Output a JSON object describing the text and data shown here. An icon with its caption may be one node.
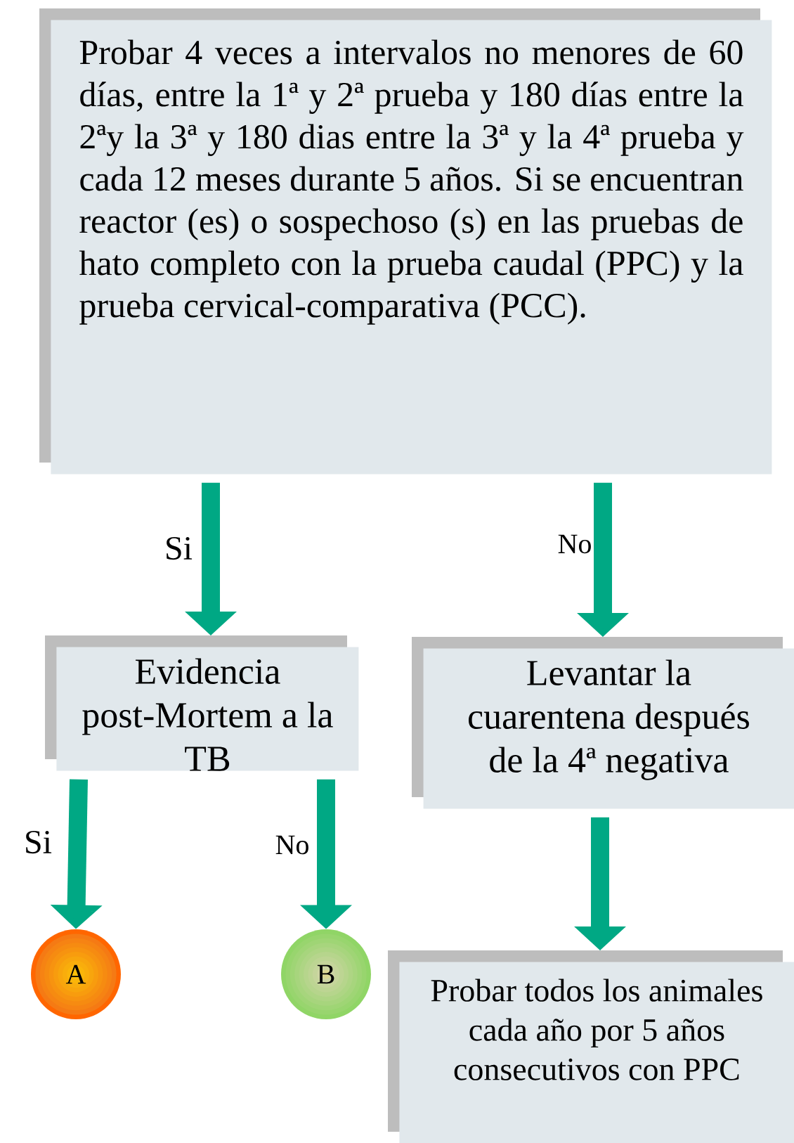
{
  "diagram": {
    "nodes": [
      {
        "text": [
          "Probar 4 veces a intervalos no menores de 60 días, entre la 1ª y 2ª prueba y 180 días entre la 2ªy la 3ª y 180 dias entre la 3ª y la 4ª prueba y cada 12 meses durante 5 años. Si se encuentran reactor (es) o sospechoso (s) en las pruebas de hato completo con la prueba caudal (PPC) y la prueba cervical-comparativa (PCC)."
        ]
      },
      {
        "text": [
          "Evidencia post-Mortem a la TB"
        ]
      },
      {
        "text": [
          "Levantar la cuarentena después de la 4ª negativa"
        ]
      },
      {
        "text": [
          "A"
        ]
      },
      {
        "text": [
          "B"
        ]
      },
      {
        "text": [
          "Probar todos los animales cada año por 5 años consecutivos con PPC"
        ]
      }
    ],
    "edges": [
      {
        "from": 0,
        "to": 1,
        "arrow": "to",
        "label": "Si"
      },
      {
        "from": 0,
        "to": 2,
        "arrow": "to",
        "label": "No"
      },
      {
        "from": 1,
        "to": 3,
        "arrow": "to",
        "label": "Si"
      },
      {
        "from": 1,
        "to": 4,
        "arrow": "to",
        "label": "No"
      },
      {
        "from": 2,
        "to": 5,
        "arrow": "to"
      }
    ]
  }
}
